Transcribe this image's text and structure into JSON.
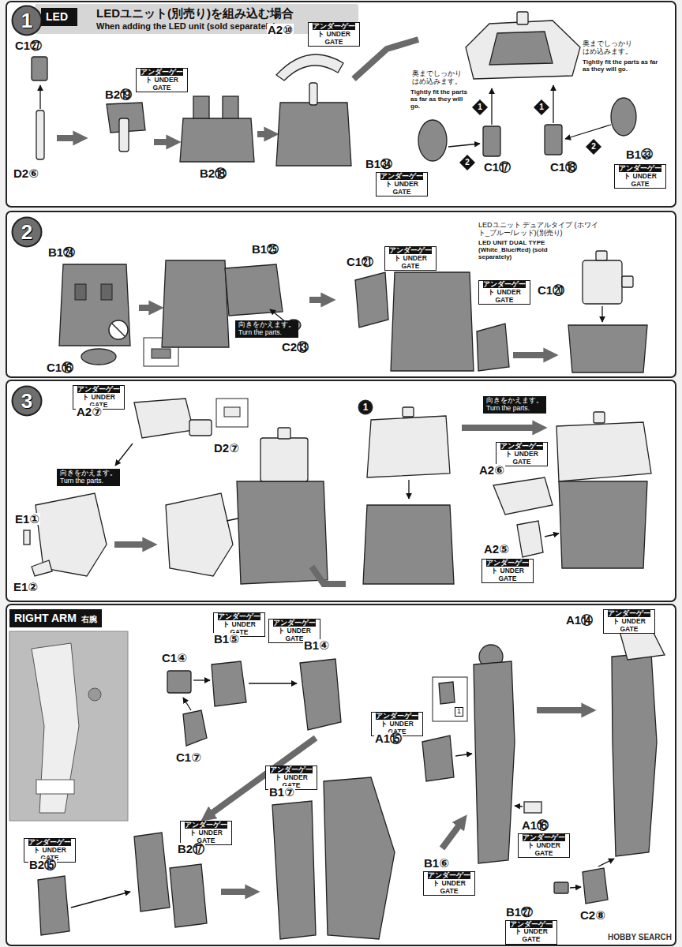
{
  "diagram": {
    "nodes": [
      {
        "text": [
          "1"
        ]
      },
      {
        "text": [
          "LED"
        ]
      },
      {
        "text": [
          "1"
        ]
      },
      {
        "text": [
          "1"
        ]
      },
      {
        "text": [
          "2"
        ]
      },
      {
        "text": [
          "2"
        ]
      },
      {
        "text": [
          "2"
        ]
      },
      {
        "text": [
          "向きをかえます。",
          "Turn the parts."
        ]
      },
      {
        "text": [
          "3"
        ]
      },
      {
        "text": [
          "向きをかえます。",
          "Turn the parts."
        ]
      },
      {
        "text": [
          "1"
        ]
      },
      {
        "text": [
          "向きをかえます。",
          "Turn the parts."
        ]
      },
      {
        "text": [
          "RIGHT ARM",
          "右腕"
        ]
      }
    ],
    "labels": [
      "LEDユニット(別売り)を組み込む場合",
      "When adding the LED unit (sold separately)",
      "C1㉗",
      "アンダーゲート UNDER GATE",
      "B2⑲",
      "A2⑩",
      "アンダーゲート UNDER GATE",
      "D2⑥",
      "B2⑱",
      "奥までしっかり はめ込みます。",
      "Tightly fit the parts as far as they will go.",
      "奥までしっかり はめ込みます。",
      "Tightly fit the parts as far as they will go.",
      "B1㉞",
      "アンダーゲート UNDER GATE",
      "C1⑰",
      "C1⑱",
      "B1㉝",
      "アンダーゲート UNDER GATE",
      "B1㉔",
      "B1㉕",
      "C1⑯",
      "C2⑬",
      "C1㉑",
      "アンダーゲート UNDER GATE",
      "アンダーゲート UNDER GATE",
      "C1⑳",
      "LEDユニット デュアルタイプ (ホワイト_ブルー/レッド)(別売り)",
      "LED UNIT DUAL TYPE (White_Blue/Red) (sold separately)",
      "アンダーゲート UNDER GATE",
      "A2⑦",
      "D2⑦",
      "E1①",
      "E1②",
      "アンダーゲート UNDER GATE",
      "A2⑥",
      "A2⑤",
      "アンダーゲート UNDER GATE",
      "C1④",
      "アンダーゲート UNDER GATE",
      "B1⑤",
      "アンダーゲート UNDER GATE",
      "B1④",
      "C1⑦",
      "アンダーゲート UNDER GATE",
      "A1⑮",
      "1",
      "A1⑯",
      "アンダーゲート UNDER GATE",
      "A1⑭",
      "アンダーゲート UNDER GATE",
      "アンダーゲート UNDER GATE",
      "B1⑦",
      "アンダーゲート UNDER GATE",
      "B2⑮",
      "アンダーゲート UNDER GATE",
      "B2⑰",
      "B1⑥",
      "アンダーゲート UNDER GATE",
      "B1㉗",
      "アンダーゲート UNDER GATE",
      "C2⑧",
      "HOBBY SEARCH"
    ]
  }
}
